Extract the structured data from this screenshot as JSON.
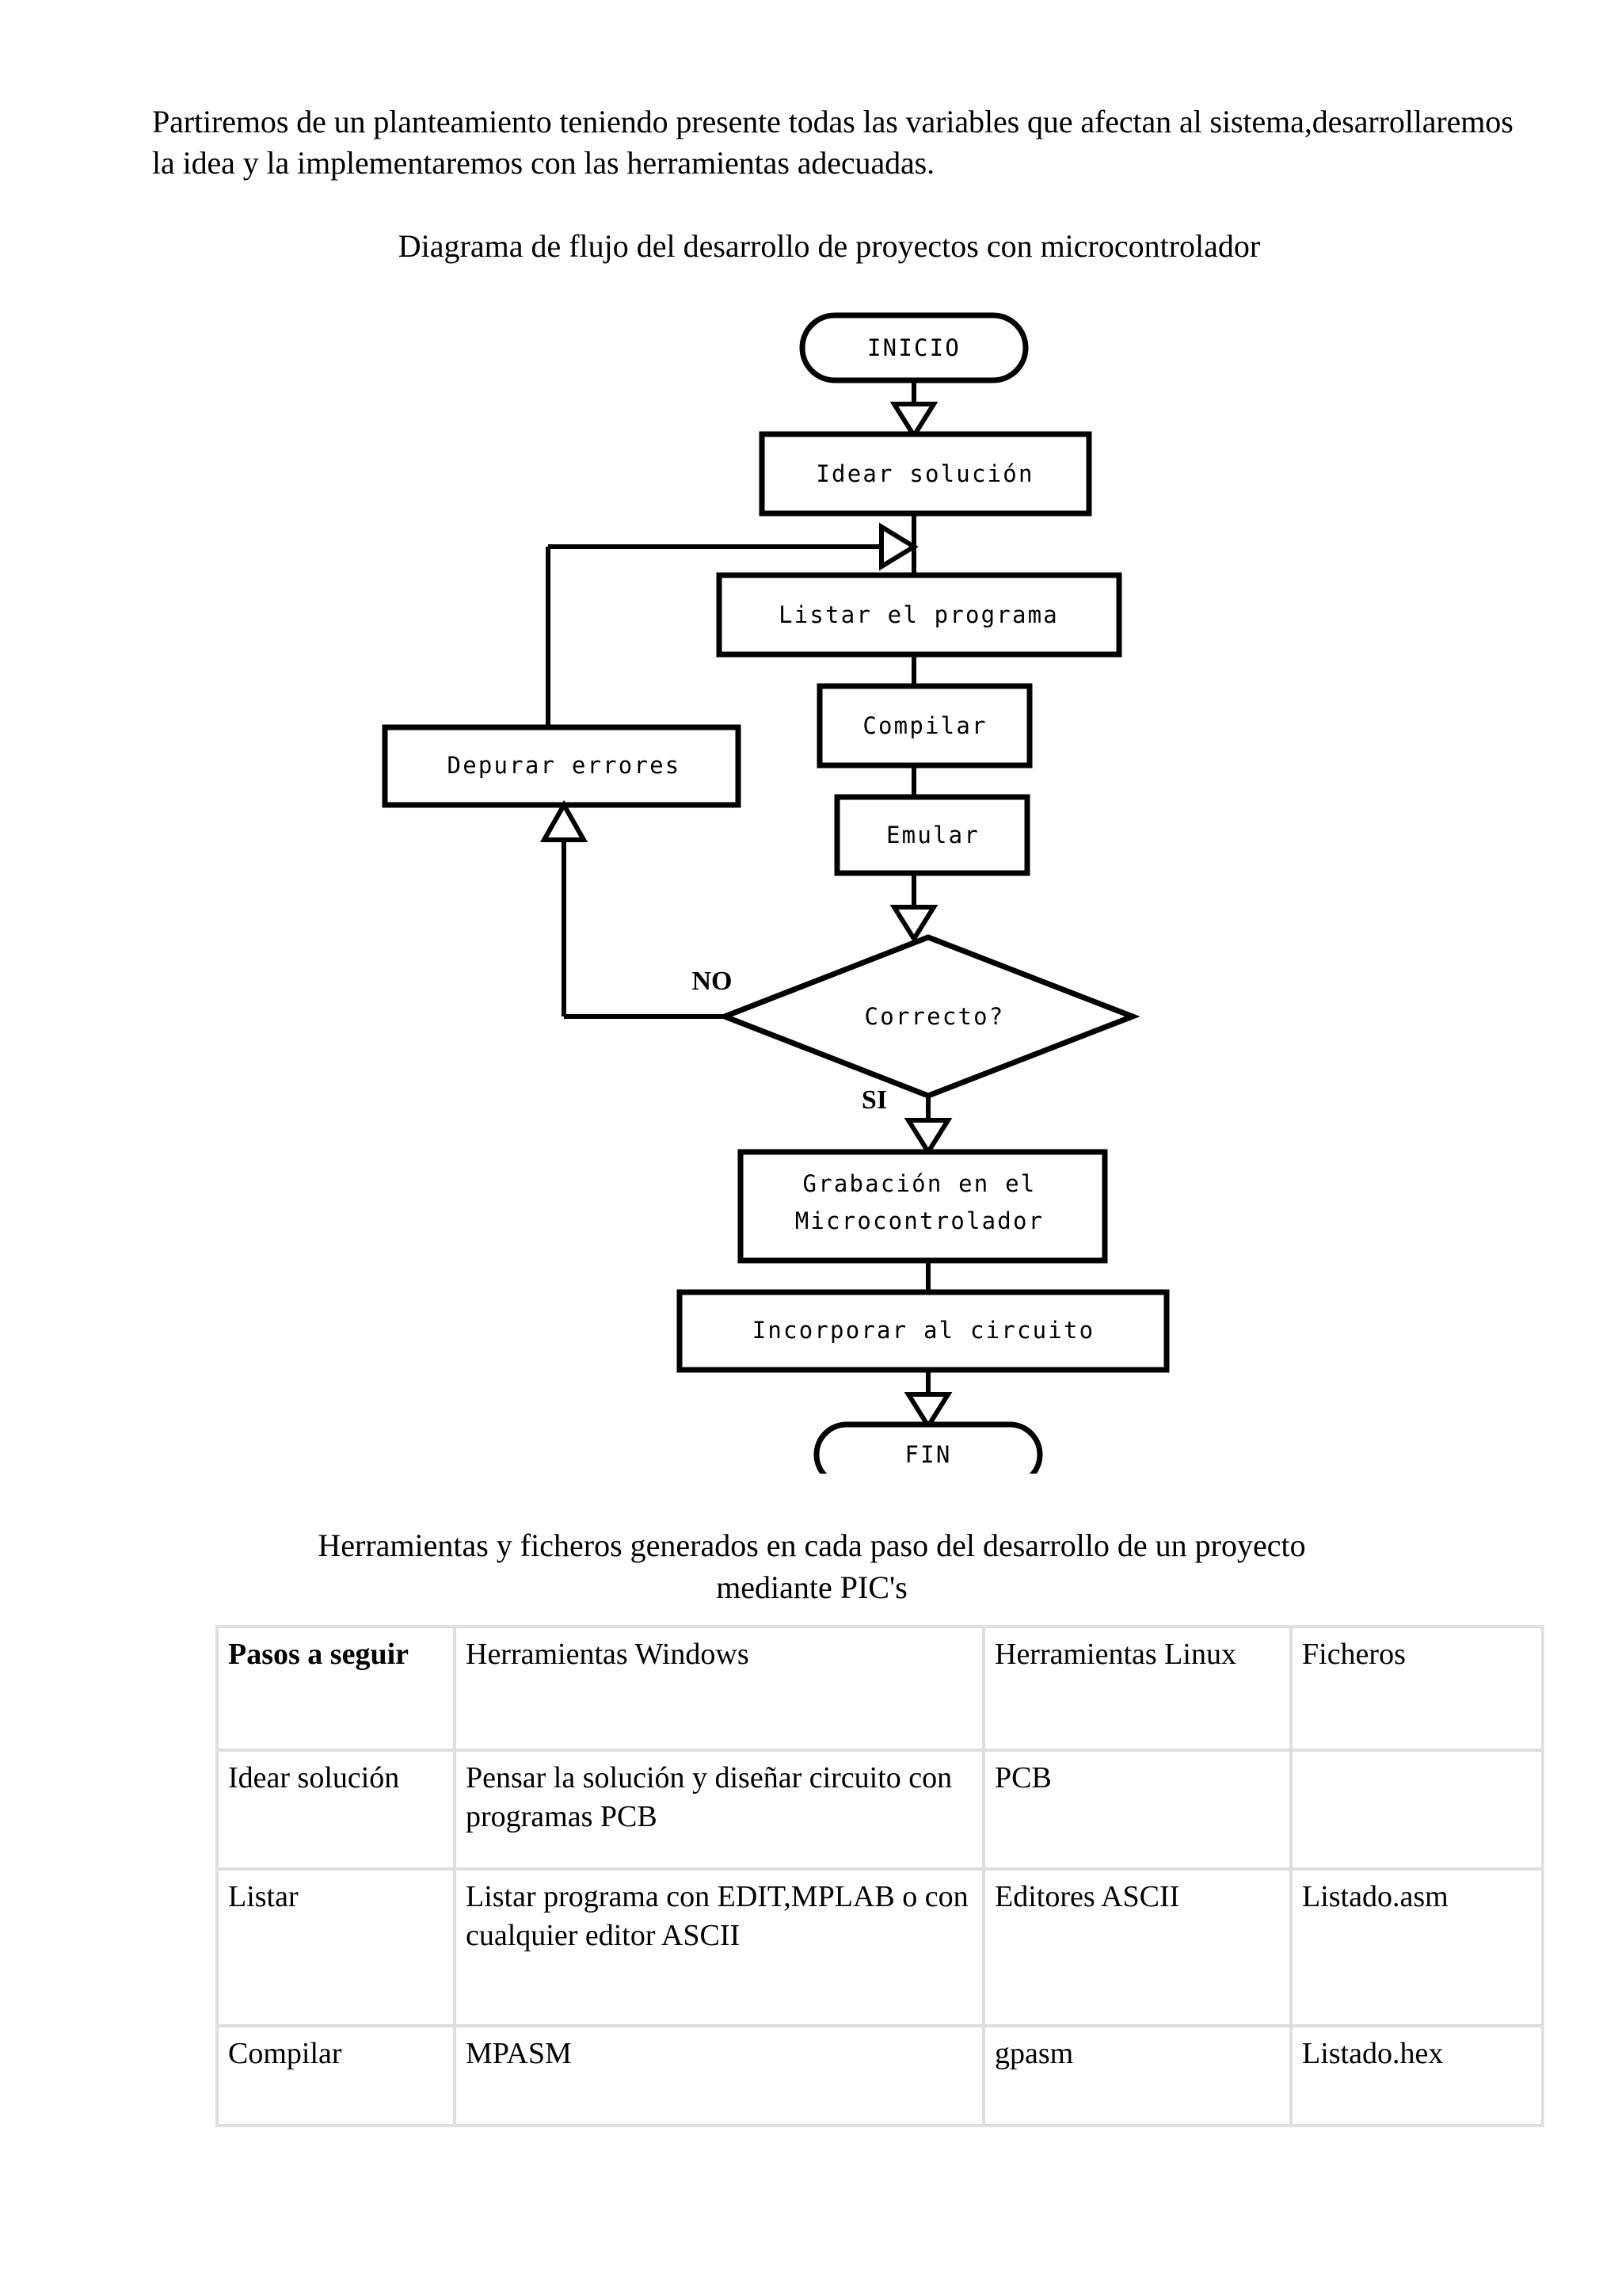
{
  "intro": {
    "paragraph": "Partiremos de un planteamiento teniendo presente todas las variables que afectan al sistema,desarrollaremos la idea y la implementaremos con las herramientas adecuadas."
  },
  "flowchart": {
    "caption": "Diagrama de flujo del desarrollo de proyectos con microcontrolador",
    "nodes": {
      "start": "INICIO",
      "idear": "Idear solución",
      "listar": "Listar el programa",
      "compilar": "Compilar",
      "emular": "Emular",
      "depurar": "Depurar errores",
      "decision": "Correcto?",
      "grabacion_line1": "Grabación en el",
      "grabacion_line2": "Microcontrolador",
      "incorporar": "Incorporar al circuito",
      "end": "FIN"
    },
    "edge_labels": {
      "no": "NO",
      "si": "SI"
    }
  },
  "table_section": {
    "caption_line1": "Herramientas y ficheros generados en cada paso del desarrollo de un proyecto",
    "caption_line2": "mediante PIC's",
    "headers": [
      "Pasos a seguir",
      "Herramientas Windows",
      "Herramientas Linux",
      "Ficheros"
    ],
    "rows": [
      {
        "paso": "Idear solución",
        "windows": "Pensar la solución y diseñar circuito con programas PCB",
        "linux": "PCB",
        "ficheros": ""
      },
      {
        "paso": "Listar",
        "windows": "Listar programa con EDIT,MPLAB o con cualquier editor ASCII",
        "linux": "Editores ASCII",
        "ficheros": "Listado.asm"
      },
      {
        "paso": "Compilar",
        "windows": "MPASM",
        "linux": "gpasm",
        "ficheros": "Listado.hex"
      }
    ]
  },
  "colors": {
    "text": "#000000",
    "page_background": "#ffffff",
    "table_border": "#dddddd",
    "flow_stroke": "#000000"
  }
}
